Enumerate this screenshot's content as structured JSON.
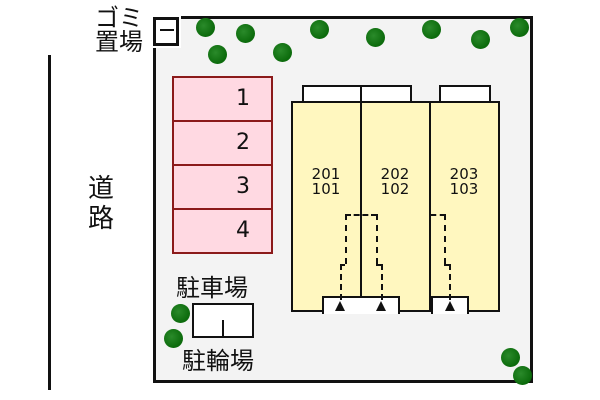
{
  "labels": {
    "road": "道路",
    "road_line1": "道",
    "road_line2": "路",
    "garbage_line1": "ゴミ",
    "garbage_line2": "置場",
    "parking": "駐車場",
    "bicycle_parking": "駐輪場"
  },
  "parking_spaces": [
    "1",
    "2",
    "3",
    "4"
  ],
  "units": [
    {
      "upper": "201",
      "lower": "101"
    },
    {
      "upper": "202",
      "lower": "102"
    },
    {
      "upper": "203",
      "lower": "103"
    }
  ],
  "colors": {
    "site_bg": "#f3f3f3",
    "building_fill": "#fff7bf",
    "parking_fill": "#ffd9e2",
    "parking_border": "#8b1a1a",
    "tree": "#0b6a0b",
    "line": "#111111"
  },
  "icons": {
    "tree": "tree-icon",
    "entrance": "entrance-arrow-icon"
  }
}
